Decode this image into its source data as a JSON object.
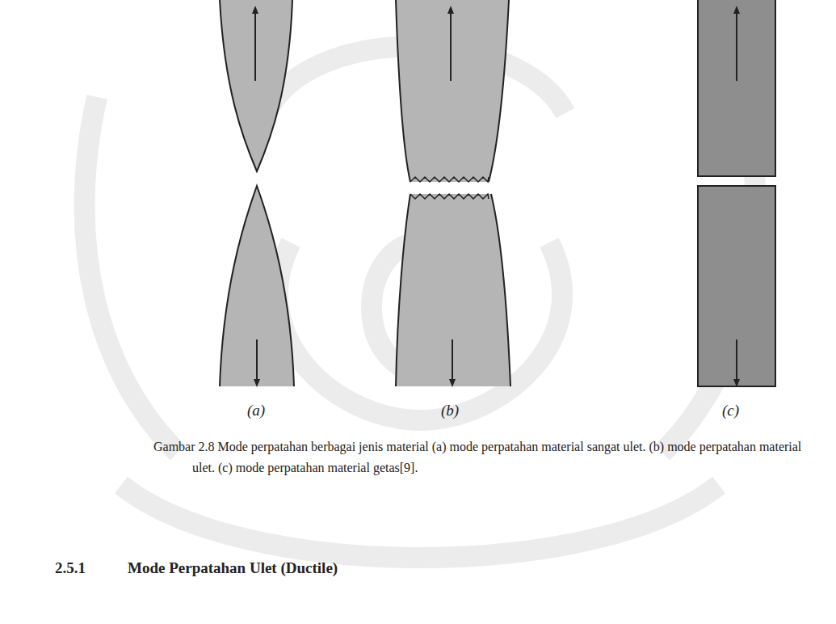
{
  "diagram": {
    "caption": "Gambar 2.8 Mode perpatahan berbagai jenis material (a) mode perpatahan material sangat ulet. (b) mode perpatahan material ulet. (c) mode perpatahan material getas[9].",
    "labels": [
      "(a)",
      "(b)",
      "(c)",
      "2.5.1",
      "Mode Perpatahan Ulet (Ductile)"
    ]
  }
}
